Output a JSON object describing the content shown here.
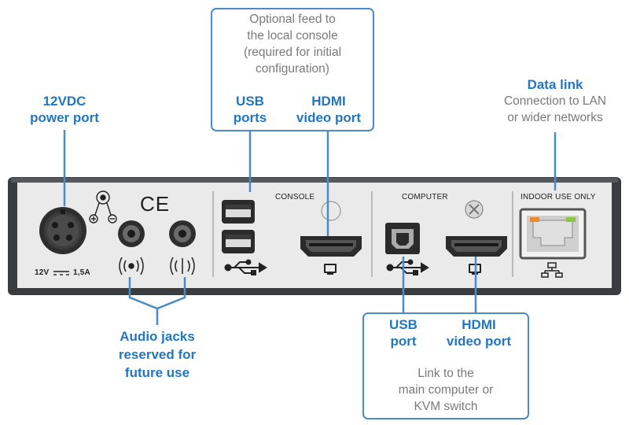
{
  "callouts": {
    "local_console": {
      "description": [
        "Optional feed to",
        "the local console",
        "(required for initial",
        "configuration)"
      ],
      "usb_heading": [
        "USB",
        "ports"
      ],
      "hdmi_heading": [
        "HDMI",
        "video port"
      ]
    },
    "power": {
      "heading": [
        "12VDC",
        "power port"
      ]
    },
    "data_link": {
      "heading": "Data link",
      "description": [
        "Connection to LAN",
        "or wider networks"
      ]
    },
    "audio": {
      "heading": [
        "Audio jacks",
        "reserved for",
        "future use"
      ]
    },
    "computer": {
      "usb_heading": [
        "USB",
        "port"
      ],
      "hdmi_heading": [
        "HDMI",
        "video port"
      ],
      "description": [
        "Link to the",
        "main computer or",
        "KVM switch"
      ]
    }
  },
  "device": {
    "console_label": "CONSOLE",
    "computer_label": "COMPUTER",
    "indoor_label": "INDOOR USE ONLY",
    "power_rating_left": "12V",
    "power_rating_right": "1,5A",
    "ce_mark": "CE"
  },
  "colors": {
    "accent": "#2277c0",
    "callout_border": "#4a8cc8",
    "panel_face": "#eaeaea",
    "chassis": "#3a3d40",
    "port_dark": "#2b2b2b",
    "led_orange": "#f08a2c",
    "led_green": "#8cc63f"
  }
}
